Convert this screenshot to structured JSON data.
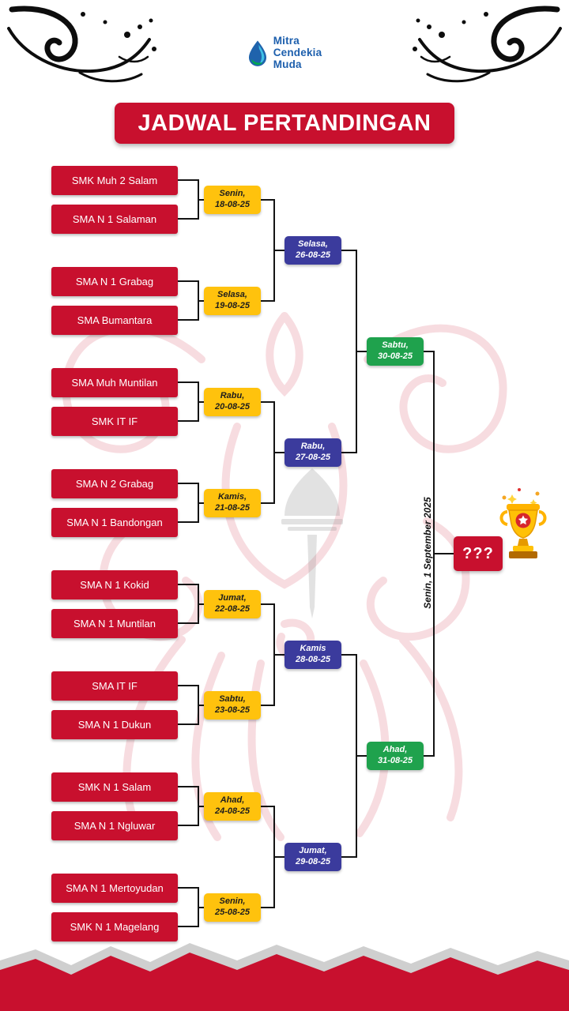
{
  "logo": {
    "name_lines": [
      "Mitra",
      "Cendekia",
      "Muda"
    ]
  },
  "title": "JADWAL PERTANDINGAN",
  "colors": {
    "red": "#C8102E",
    "yellow": "#FFC20D",
    "blue": "#3B3B9D",
    "green": "#1FA24D"
  },
  "bracket": {
    "round1": [
      {
        "team1": "SMK Muh 2 Salam",
        "team2": "SMA N 1 Salaman",
        "day": "Senin,",
        "date": "18-08-25"
      },
      {
        "team1": "SMA N 1 Grabag",
        "team2": "SMA Bumantara",
        "day": "Selasa,",
        "date": "19-08-25"
      },
      {
        "team1": "SMA Muh Muntilan",
        "team2": "SMK IT IF",
        "day": "Rabu,",
        "date": "20-08-25"
      },
      {
        "team1": "SMA N 2 Grabag",
        "team2": "SMA N 1 Bandongan",
        "day": "Kamis,",
        "date": "21-08-25"
      },
      {
        "team1": "SMA N 1 Kokid",
        "team2": "SMA N 1 Muntilan",
        "day": "Jumat,",
        "date": "22-08-25"
      },
      {
        "team1": "SMA IT IF",
        "team2": "SMA N 1 Dukun",
        "day": "Sabtu,",
        "date": "23-08-25"
      },
      {
        "team1": "SMK N 1 Salam",
        "team2": "SMA N 1 Ngluwar",
        "day": "Ahad,",
        "date": "24-08-25"
      },
      {
        "team1": "SMA N 1 Mertoyudan",
        "team2": "SMK N 1 Magelang",
        "day": "Senin,",
        "date": "25-08-25"
      }
    ],
    "quarterfinals": [
      {
        "day": "Selasa,",
        "date": "26-08-25"
      },
      {
        "day": "Rabu,",
        "date": "27-08-25"
      },
      {
        "day": "Kamis",
        "date": "28-08-25"
      },
      {
        "day": "Jumat,",
        "date": "29-08-25"
      }
    ],
    "semifinals": [
      {
        "day": "Sabtu,",
        "date": "30-08-25"
      },
      {
        "day": "Ahad,",
        "date": "31-08-25"
      }
    ],
    "final": {
      "date_label": "Senin, 1 September 2025",
      "winner_placeholder": "???"
    }
  }
}
